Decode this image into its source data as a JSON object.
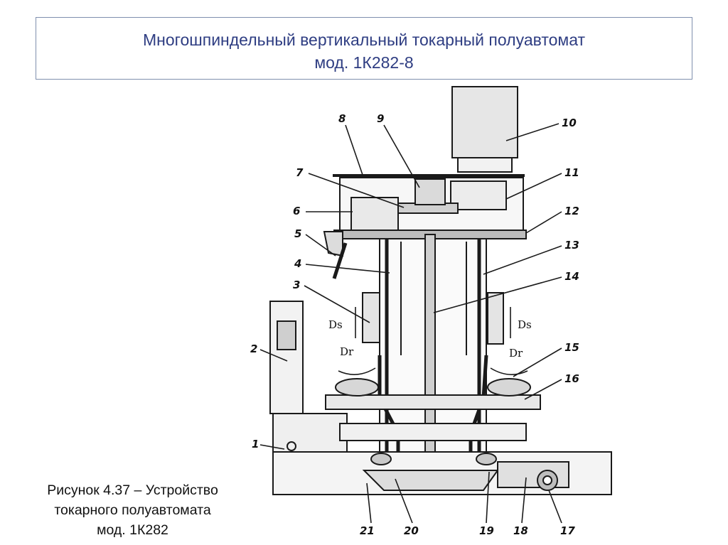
{
  "slide": {
    "title_line1": "Многошпиндельный вертикальный токарный полуавтомат",
    "title_line2": "мод. 1К282-8",
    "caption_line1": "Рисунок 4.37 – Устройство",
    "caption_line2": "токарного полуавтомата",
    "caption_line3": "мод. 1К282"
  },
  "diagram": {
    "part_numbers": [
      "1",
      "2",
      "3",
      "4",
      "5",
      "6",
      "7",
      "8",
      "9",
      "10",
      "11",
      "12",
      "13",
      "14",
      "15",
      "16",
      "17",
      "18",
      "19",
      "20",
      "21"
    ],
    "motion_labels": {
      "ds_left": "Ds",
      "ds_right": "Ds",
      "dr_left": "Dr",
      "dr_right": "Dr"
    }
  }
}
